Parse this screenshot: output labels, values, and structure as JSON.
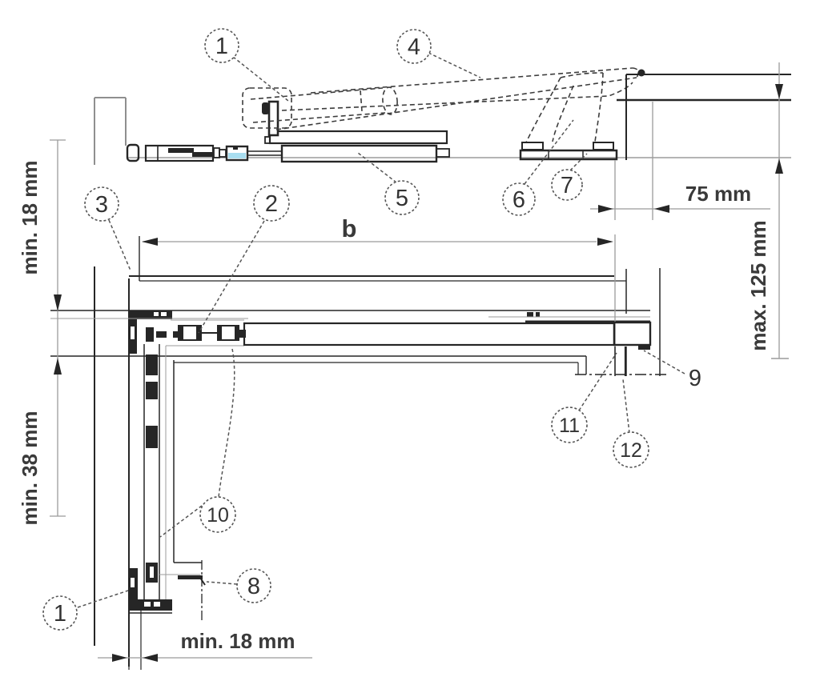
{
  "drawing": {
    "background": "#ffffff",
    "line_color": "#262626",
    "accent_color": "#a9def0",
    "views": {
      "side_view_callouts": [
        "1",
        "4",
        "5",
        "6",
        "7"
      ],
      "plan_view_callouts": [
        "3",
        "2",
        "10",
        "8",
        "1",
        "11",
        "12",
        "9"
      ]
    },
    "labels": {
      "dim_75mm": "75 mm",
      "dim_max125": "max. 125 mm",
      "dim_min18_left": "min. 18 mm",
      "dim_min38_left": "min. 38 mm",
      "dim_min18_bottom": "min. 18 mm",
      "dim_width": "b"
    },
    "callouts": {
      "c1_top": "1",
      "c2": "2",
      "c3": "3",
      "c4": "4",
      "c5": "5",
      "c6": "6",
      "c7": "7",
      "c8": "8",
      "c9": "9",
      "c10": "10",
      "c11": "11",
      "c12": "12",
      "c1_bottom": "1"
    }
  }
}
